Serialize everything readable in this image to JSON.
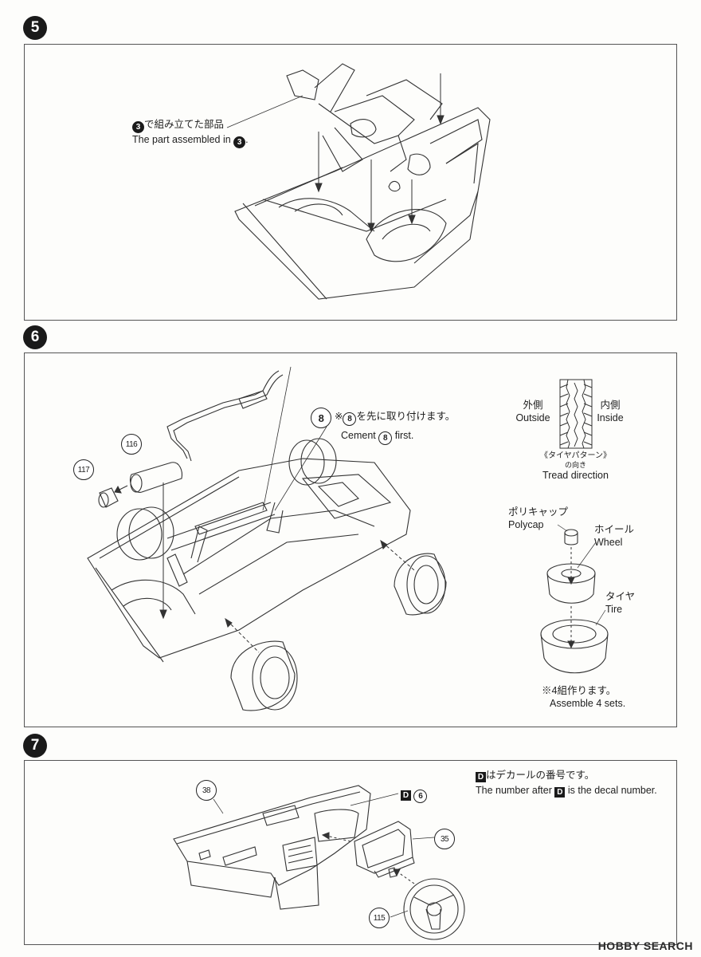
{
  "steps": [
    {
      "number": "5"
    },
    {
      "number": "6"
    },
    {
      "number": "7"
    }
  ],
  "step5": {
    "part_ref": "3",
    "label_jp": "で組み立てた部品",
    "label_en": "The part assembled in",
    "label_en_end": "."
  },
  "step6": {
    "part_116": "116",
    "part_117": "117",
    "part_8": "8",
    "note_jp_prefix": "※",
    "note_jp": "を先に取り付けます。",
    "note_en_prefix": "Cement",
    "note_en_suffix": "first.",
    "tread": {
      "outside_jp": "外側",
      "outside_en": "Outside",
      "inside_jp": "内側",
      "inside_en": "Inside",
      "pattern_jp": "《タイヤパターン",
      "pattern_jp_end": "》",
      "pattern_jp2": "の向き",
      "direction_en": "Tread direction"
    },
    "polycap_jp": "ポリキャップ",
    "polycap_en": "Polycap",
    "wheel_jp": "ホイール",
    "wheel_en": "Wheel",
    "tire_jp": "タイヤ",
    "tire_en": "Tire",
    "sets_jp": "※4組作ります。",
    "sets_en": "Assemble 4 sets."
  },
  "step7": {
    "part_38": "38",
    "part_35": "35",
    "part_115": "115",
    "decal_letter": "D",
    "decal_number": "6",
    "note_jp": "はデカールの番号です。",
    "note_en_prefix": "The number after",
    "note_en_suffix": "is the decal number."
  },
  "watermark": "HOBBY SEARCH"
}
